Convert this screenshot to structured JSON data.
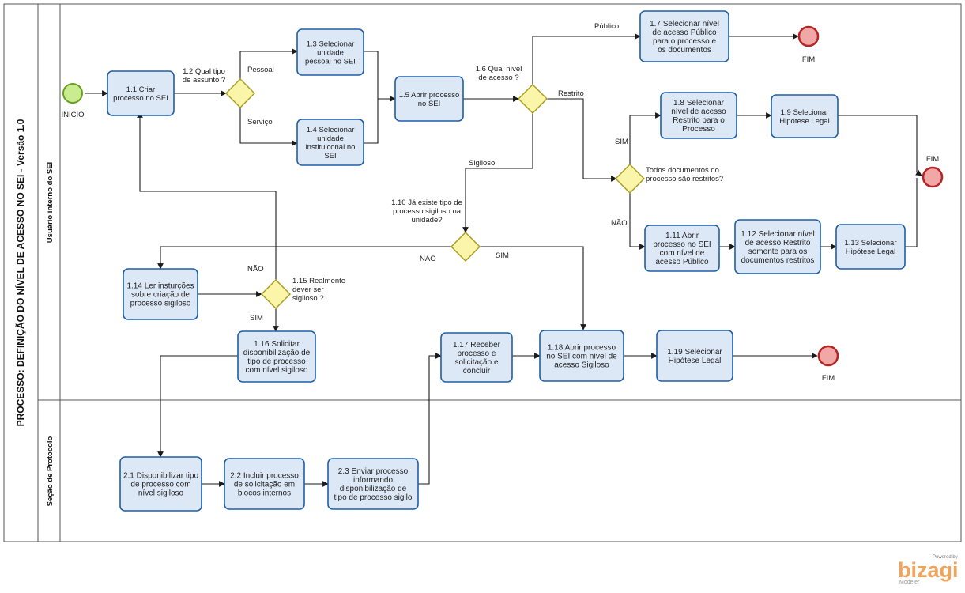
{
  "pool": {
    "title": "PROCESSO: DEFINIÇÃO DO NÍVEL DE ACESSO NO SEI - Versão 1.0"
  },
  "lanes": {
    "user": "Usuário interno do SEI",
    "protocol": "Seção de Protocolo"
  },
  "events": {
    "start": "INÍCIO",
    "end1": "FIM",
    "end2": "FIM",
    "end3": "FIM"
  },
  "tasks": {
    "t1_1": [
      "1.1 Criar",
      "processo no SEI"
    ],
    "t1_3": [
      "1.3 Selecionar",
      "unidade",
      "pessoal no SEI"
    ],
    "t1_4": [
      "1.4 Selecionar",
      "unidade",
      "instituiconal no",
      "SEI"
    ],
    "t1_5": [
      "1.5 Abrir processo",
      "no SEI"
    ],
    "t1_7": [
      "1.7 Selecionar nível",
      "de acesso Público",
      "para o processo e",
      "os documentos"
    ],
    "t1_8": [
      "1.8 Selecionar",
      "nível de acesso",
      "Restrito para o",
      "Processo"
    ],
    "t1_9": [
      "1.9 Selecionar",
      "Hipótese Legal"
    ],
    "t1_11": [
      "1.11 Abrir",
      "processo no SEI",
      "com nível de",
      "acesso Público"
    ],
    "t1_12": [
      "1.12 Selecionar nível",
      "de acesso Restrito",
      "somente para os",
      "documentos restritos"
    ],
    "t1_13": [
      "1.13 Selecionar",
      "Hipótese Legal"
    ],
    "t1_14": [
      "1.14 Ler insturções",
      "sobre criação de",
      "processo sigiloso"
    ],
    "t1_16": [
      "1.16 Solicitar",
      "disponibilização de",
      "tipo de processo",
      "com nível sigiloso"
    ],
    "t1_17": [
      "1.17 Receber",
      "processo e",
      "solicitação  e",
      "concluir"
    ],
    "t1_18": [
      "1.18 Abrir processo",
      "no SEI com nível de",
      "acesso Sigiloso"
    ],
    "t1_19": [
      "1.19 Selecionar",
      "Hipótese Legal"
    ],
    "t2_1": [
      "2.1 Disponibilizar tipo",
      "de processo com",
      "nível sigiloso"
    ],
    "t2_2": [
      "2.2 Incluir processo",
      "de solicitação em",
      "blocos internos"
    ],
    "t2_3": [
      "2.3 Enviar processo",
      "informando",
      "disponibilização de",
      "tipo de processo sigilo"
    ]
  },
  "gateways": {
    "g1_2": [
      "1.2 Qual tipo",
      "de assunto ?"
    ],
    "g1_6": [
      "1.6 Qual nível",
      "de acesso ?"
    ],
    "g_todos": [
      "Todos documentos do",
      "processo são restritos?"
    ],
    "g1_10": [
      "1.10 Já existe tipo de",
      "processo sigiloso na",
      "unidade?"
    ],
    "g1_15": [
      "1.15 Realmente",
      "dever ser",
      "sigiloso ?"
    ]
  },
  "flow_labels": {
    "pessoal": "Pessoal",
    "servico": "Serviço",
    "publico": "Público",
    "restrito": "Restrito",
    "sigiloso": "Sigiloso",
    "sim_todos": "SIM",
    "nao_todos": "NÃO",
    "nao_1_10": "NÃO",
    "sim_1_10": "SIM",
    "nao_1_15": "NÃO",
    "sim_1_15": "SIM"
  },
  "branding": {
    "powered_by": "Powered by",
    "logo": "bizagi",
    "product": "Modeler"
  },
  "colors": {
    "task_fill": "#dde8f7",
    "task_border": "#1f5fa8",
    "gateway_fill": "#faf5a8",
    "start_fill": "#c9ec91",
    "end_fill": "#f2a7a7",
    "logo": "#f0a35a"
  }
}
